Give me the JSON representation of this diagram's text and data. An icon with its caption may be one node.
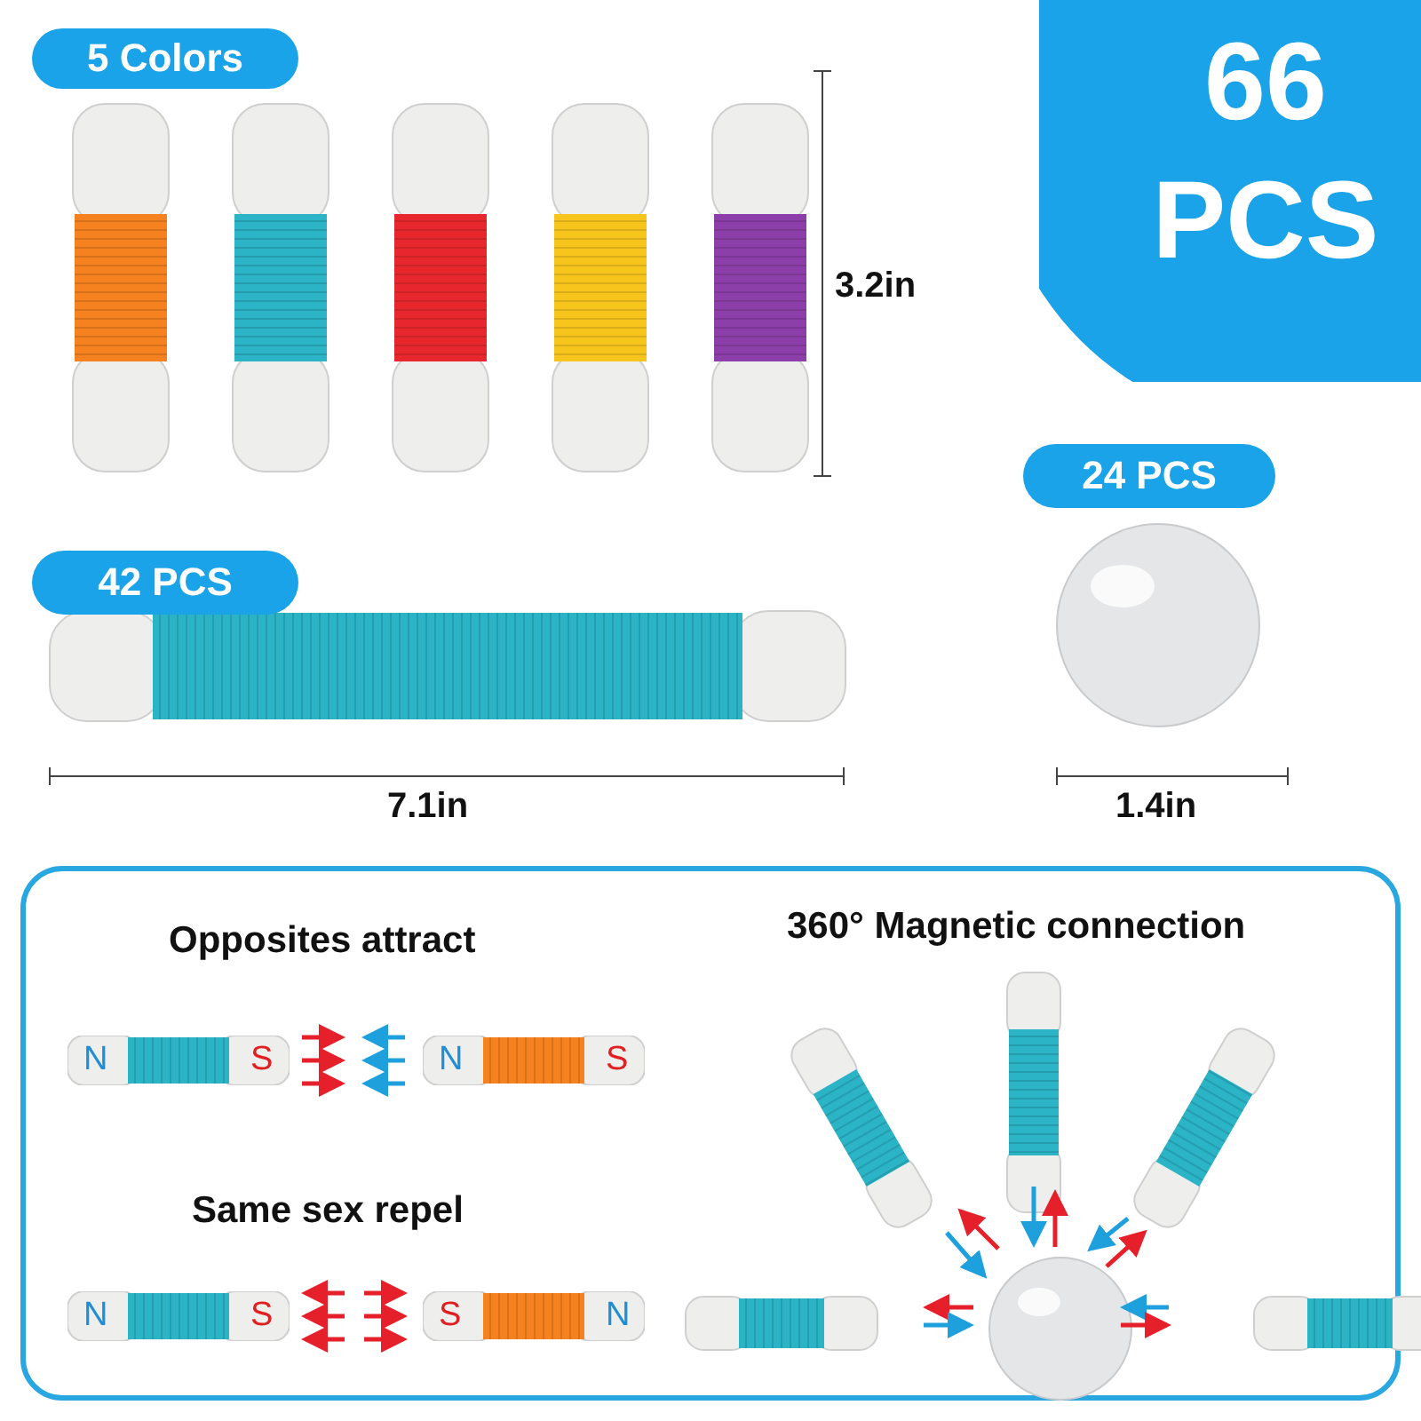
{
  "diagram": {
    "nodes": [
      {
        "text": [
          "5 Colors"
        ]
      },
      {
        "text": [
          "66 PCS"
        ]
      },
      {
        "text": [
          "24 PCS"
        ]
      },
      {
        "text": [
          "42 PCS"
        ]
      },
      {
        "text": [
          "N",
          "S"
        ]
      },
      {
        "text": [
          "N",
          "S"
        ]
      },
      {
        "text": [
          "N",
          "S"
        ]
      },
      {
        "text": [
          "S",
          "N"
        ]
      }
    ],
    "labels": [
      "3.2in",
      "7.1in",
      "1.4in",
      "Opposites attract",
      "Same sex repel",
      "360° Magnetic connection"
    ]
  }
}
